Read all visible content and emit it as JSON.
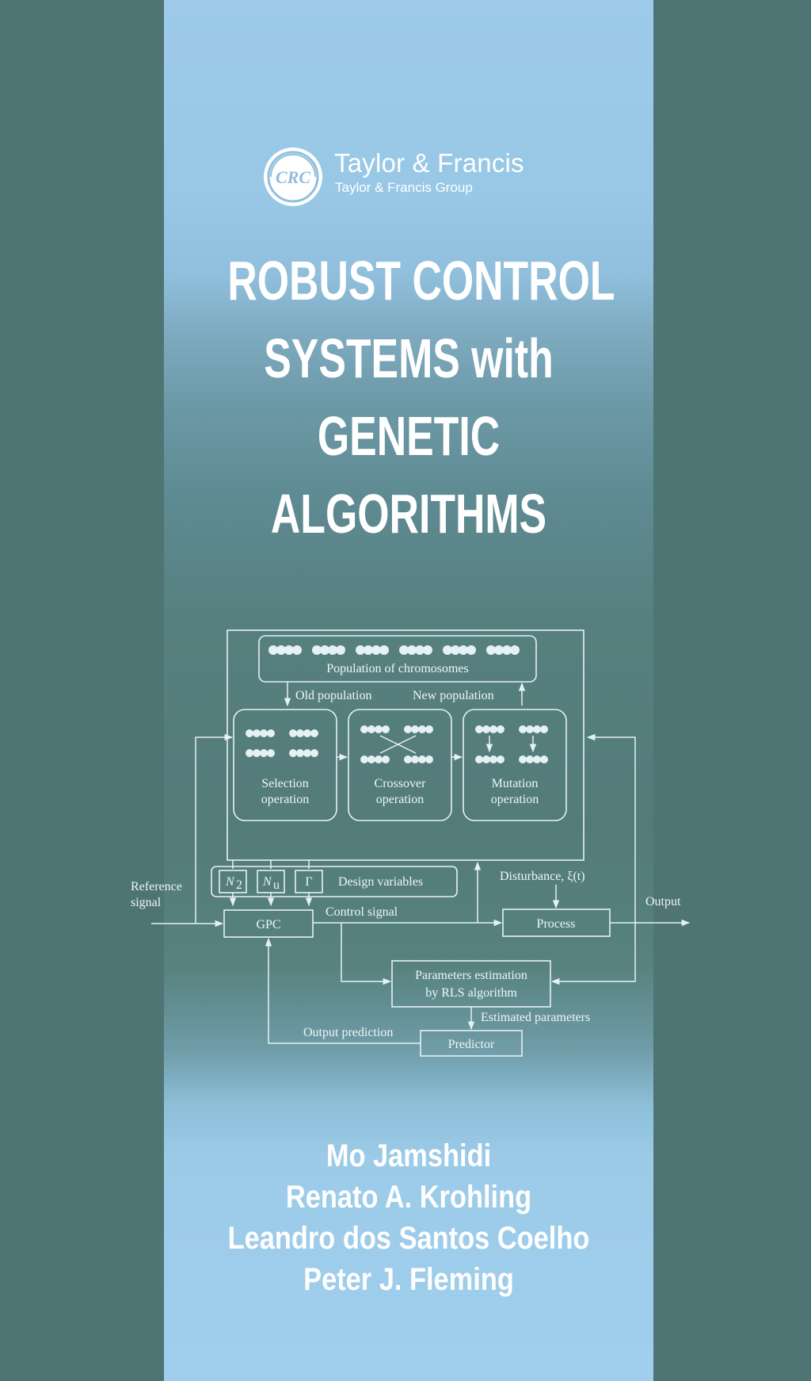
{
  "publisher": {
    "logo_text": "CRC",
    "name": "Taylor & Francis",
    "group": "Taylor & Francis Group"
  },
  "title_lines": [
    "ROBUST CONTROL",
    "SYSTEMS with",
    "GENETIC",
    "ALGORITHMS"
  ],
  "diagram": {
    "population": "Population of chromosomes",
    "old_population": "Old population",
    "new_population": "New population",
    "selection_1": "Selection",
    "selection_2": "operation",
    "crossover_1": "Crossover",
    "crossover_2": "operation",
    "mutation_1": "Mutation",
    "mutation_2": "operation",
    "reference_1": "Reference",
    "reference_2": "signal",
    "var_n2": "N",
    "var_n2_sub": "2",
    "var_nu": "N",
    "var_nu_sub": "u",
    "var_gamma": "Γ",
    "design_variables": "Design variables",
    "disturbance": "Disturbance, ξ(t)",
    "output": "Output",
    "gpc": "GPC",
    "control_signal": "Control signal",
    "process": "Process",
    "param_est_1": "Parameters estimation",
    "param_est_2": "by RLS algorithm",
    "estimated_parameters": "Estimated parameters",
    "output_prediction": "Output prediction",
    "predictor": "Predictor"
  },
  "authors": [
    "Mo Jamshidi",
    "Renato A. Krohling",
    "Leandro dos Santos Coelho",
    "Peter J. Fleming"
  ],
  "colors": {
    "side": "#4f7474",
    "band_top": "#9dcbe9",
    "band_mid": "#537b7a",
    "text": "#ffffff"
  }
}
